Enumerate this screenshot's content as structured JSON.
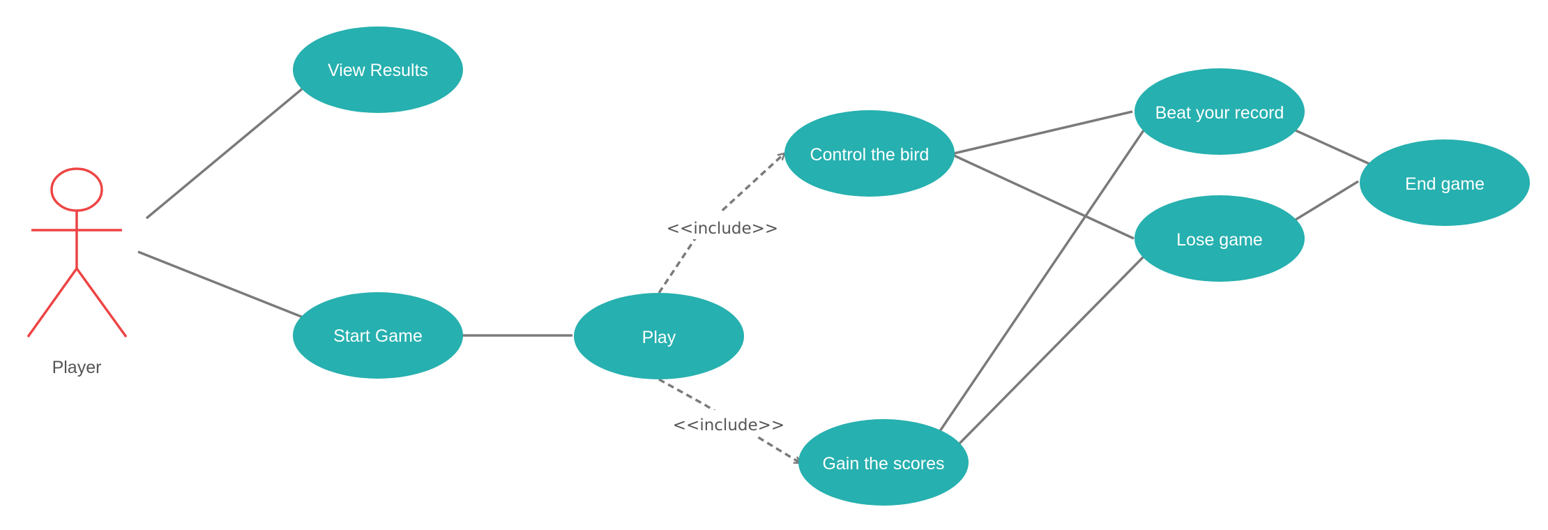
{
  "colors": {
    "usecase_fill": "#26B0AF",
    "line": "#7A7A7A",
    "actor": "#EE4444",
    "label_text": "#FFFFFF"
  },
  "actor": {
    "label": "Player",
    "icon": "stick-figure-icon"
  },
  "usecases": {
    "view_results": "View Results",
    "start_game": "Start Game",
    "play": "Play",
    "control_bird": "Control the bird",
    "gain_scores": "Gain the scores",
    "beat_record": "Beat your record",
    "lose_game": "Lose game",
    "end_game": "End game"
  },
  "relations": {
    "include_control": "<<include>>",
    "include_gain": "<<include>>"
  }
}
